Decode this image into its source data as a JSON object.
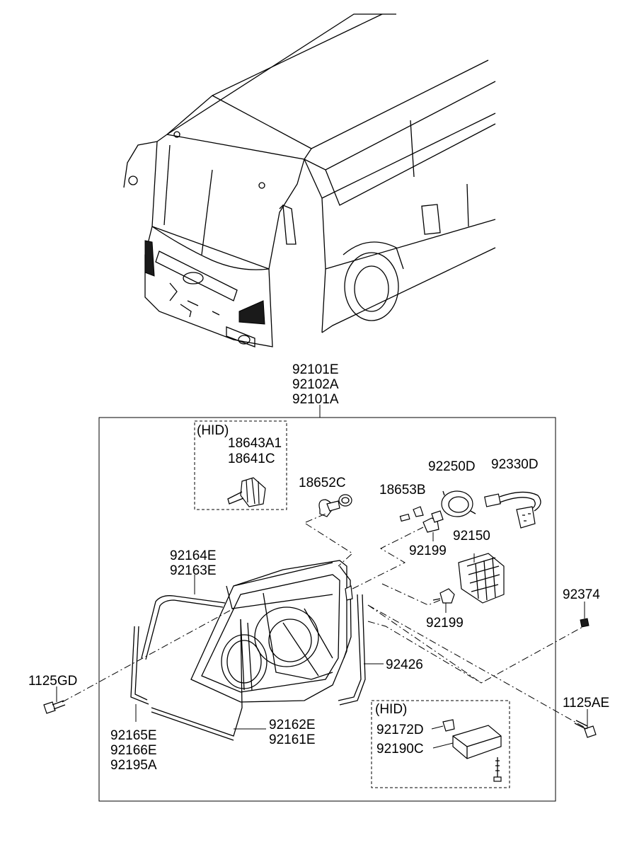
{
  "parts": {
    "headlamp_assy": [
      "92101E",
      "92102A",
      "92101A"
    ],
    "hid_bulb_group": {
      "tag": "(HID)",
      "numbers": [
        "18643A1",
        "18641C"
      ]
    },
    "bulb_18652C": "18652C",
    "bulb_18653B": "18653B",
    "cap_92250D": "92250D",
    "harness_92330D": "92330D",
    "socket_92199_a": "92199",
    "cover_92150": "92150",
    "socket_92199_b": "92199",
    "screw_92374": "92374",
    "trim_92164E": [
      "92164E",
      "92163E"
    ],
    "bolt_1125GD": "1125GD",
    "seal_92426": "92426",
    "bolt_1125AE": "1125AE",
    "hid_ballast_group": {
      "tag": "(HID)",
      "numbers": [
        "92172D",
        "92190C"
      ]
    },
    "gasket_92165E": [
      "92165E",
      "92166E",
      "92195A"
    ],
    "gasket_92162E": [
      "92162E",
      "92161E"
    ]
  }
}
